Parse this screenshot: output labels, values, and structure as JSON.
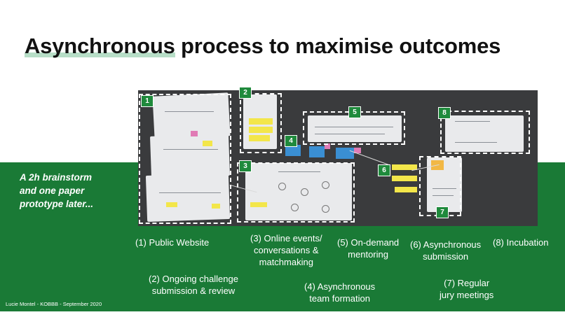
{
  "title": {
    "highlight": "Asynchronous",
    "rest": " process to maximise outcomes"
  },
  "tagline": {
    "line1": "A 2h brainstorm",
    "line2": "and one paper",
    "line3": "prototype later..."
  },
  "badges": [
    "1",
    "2",
    "3",
    "4",
    "5",
    "6",
    "7",
    "8"
  ],
  "labels": {
    "public_website": "(1) Public Website",
    "ongoing_l1": "(2) Ongoing challenge",
    "ongoing_l2": "submission & review",
    "online_l1": "(3) Online events/",
    "online_l2": "conversations &",
    "online_l3": "matchmaking",
    "team_l1": "(4) Asynchronous",
    "team_l2": "team formation",
    "mentoring_l1": "(5) On-demand",
    "mentoring_l2": "mentoring",
    "async_sub_l1": "(6) Asynchronous",
    "async_sub_l2": "submission",
    "jury_l1": "(7) Regular",
    "jury_l2": "jury meetings",
    "incubation": "(8) Incubation"
  },
  "credit": "Lucie Montel - KOBBB - September 2020",
  "colors": {
    "band": "#1a7a36",
    "badge": "#1f8a3c",
    "highlight": "#9fd3b4"
  }
}
